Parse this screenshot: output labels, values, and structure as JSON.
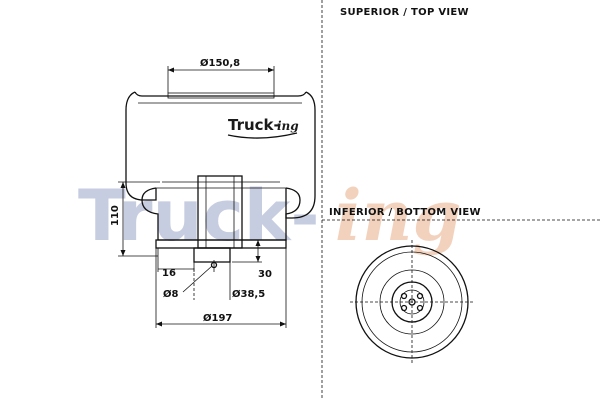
{
  "views": {
    "top": "SUPERIOR / TOP VIEW",
    "bottom": "INFERIOR / BOTTOM VIEW"
  },
  "watermark": {
    "part_a": "Truck-",
    "part_b": "ing",
    "color_a": "#c7cde0",
    "color_b": "#f3d2bd"
  },
  "logo": {
    "part_a": "Truck-",
    "part_b": "ing"
  },
  "dimensions": {
    "top_diameter": "Ø150,8",
    "height": "110",
    "offset": "16",
    "flange": "30",
    "bolt": "Ø8",
    "base_diameter": "Ø38,5",
    "bellow_diameter": "Ø197"
  }
}
